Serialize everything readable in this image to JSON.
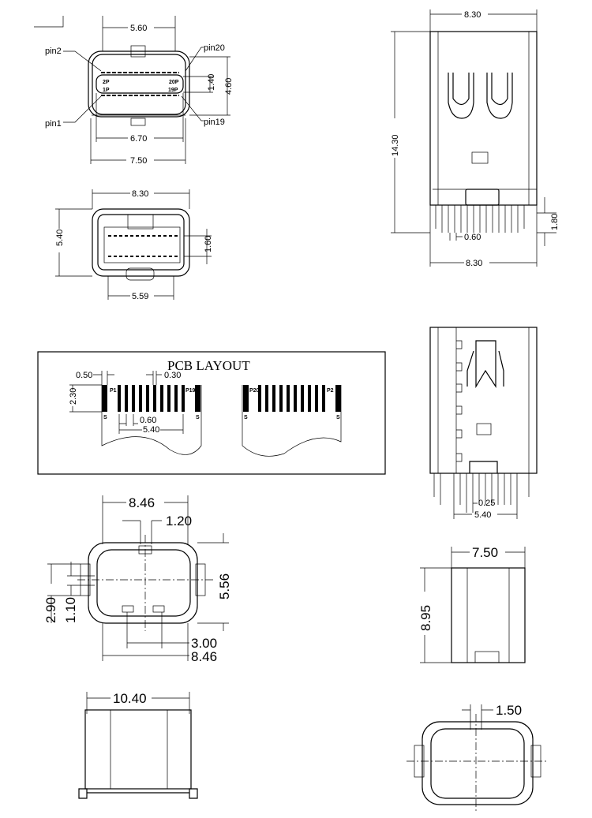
{
  "view_front": {
    "w_top": "5.60",
    "pin2": "pin2",
    "pin20": "pin20",
    "slot_h": "1.40",
    "h": "4.60",
    "p2": "2P",
    "p20": "20P",
    "p1": "1P",
    "p19": "19P",
    "pin1": "pin1",
    "pin19": "pin19",
    "w_inner": "6.70",
    "w_outer": "7.50"
  },
  "view_rear": {
    "w": "8.30",
    "h": "5.40",
    "pitch_h": "1.60",
    "w_bottom": "5.59"
  },
  "view_side": {
    "w_top": "8.30",
    "len": "14.30",
    "pin_len": "1.80",
    "pin_w": "0.60",
    "w_bottom": "8.30"
  },
  "pcb": {
    "title": "PCB LAYOUT",
    "pad_gap": "0.50",
    "pad_w": "0.30",
    "pad_len": "2.30",
    "p1": "P1",
    "p19": "P19",
    "s1": "S",
    "s2": "S",
    "pitch": "0.60",
    "span": "5.40",
    "p20": "P20",
    "p2": "P2",
    "s3": "S",
    "s4": "S"
  },
  "view_side2": {
    "pin_w": "0.25",
    "span": "5.40"
  },
  "view_plug": {
    "w_top": "8.46",
    "tab": "1.20",
    "h": "5.56",
    "h_outer": "2.90",
    "h_inner": "1.10",
    "w_tabs": "3.00",
    "w_bottom": "8.46"
  },
  "view_plug_side": {
    "w": "7.50",
    "h": "8.95"
  },
  "view_plug_top": {
    "w": "10.40"
  },
  "view_plug_front": {
    "tab": "1.50"
  }
}
